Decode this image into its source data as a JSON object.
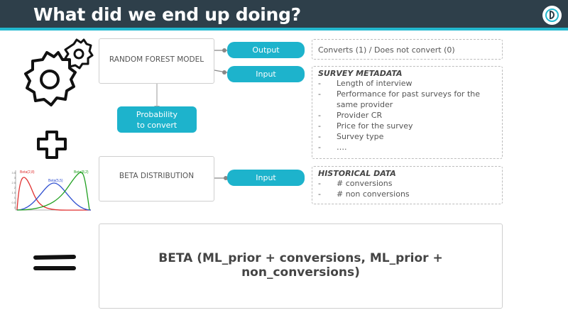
{
  "header": {
    "title": "What did we end up doing?"
  },
  "model_box": {
    "label": "RANDOM FOREST MODEL"
  },
  "beta_box": {
    "label": "BETA DISTRIBUTION"
  },
  "pills": {
    "output": "Output",
    "input_model": "Input",
    "input_beta": "Input",
    "probability_line1": "Probability",
    "probability_line2": "to convert"
  },
  "output_box": {
    "text": "Converts (1) / Does not convert (0)"
  },
  "survey_metadata": {
    "title": "SURVEY METADATA",
    "items": [
      "Length of interview",
      "Performance for past surveys for the",
      "Provider CR",
      "Price for the survey",
      "Survey type",
      "…."
    ],
    "item_continuation": "same provider"
  },
  "historical_data": {
    "title": "HISTORICAL DATA",
    "items": [
      "# conversions",
      "# non conversions"
    ]
  },
  "mini_chart": {
    "labels": [
      "Beta(2,8)",
      "Beta(5,5)",
      "Beta(8,2)"
    ],
    "colors": [
      "#e03030",
      "#3050d0",
      "#20a020"
    ],
    "y_ticks": [
      "3.5",
      "3",
      "2.5",
      "2",
      "1.5",
      "1",
      "0.5",
      "0"
    ]
  },
  "formula": {
    "text": "BETA (ML_prior + conversions, ML_prior + non_conversions)"
  },
  "colors": {
    "header_bg": "#2e3f4a",
    "accent": "#1db3cc"
  }
}
